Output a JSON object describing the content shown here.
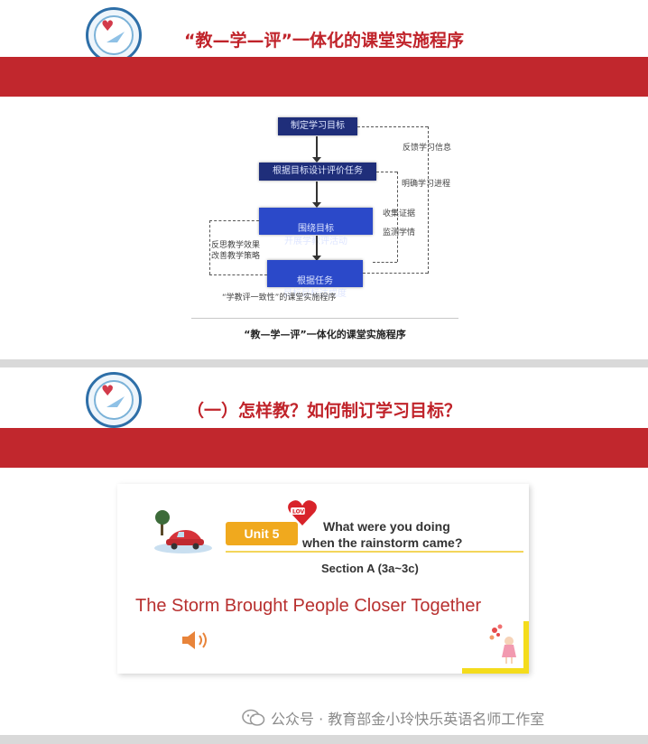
{
  "slide1": {
    "title": "“教—学—评”一体化的课堂实施程序",
    "flow_boxes": [
      "制定学习目标",
      "根据目标设计评价任务",
      "围绕目标\n开展学教评活动",
      "根据任务\n目标目标达成度"
    ],
    "side_labels_right": [
      "反馈学习信息",
      "明确学习进程",
      "收集证据",
      "监测学情"
    ],
    "side_labels_left": [
      "反思教学效果",
      "改善教学策略"
    ],
    "figure_note": "“学教评一致性”的课堂实施程序",
    "caption": "“教—学—评”一体化的课堂实施程序"
  },
  "slide2": {
    "title": "（一）怎样教？如何制订学习目标？",
    "unit_badge": "Unit 5",
    "love_text": "LOVE",
    "question_line1": "What were you doing",
    "question_line2": "when the rainstorm came?",
    "section": "Section A (3a~3c)",
    "story_title": "The  Storm Brought People Closer Together"
  },
  "watermark": {
    "text": "公众号 · 教育部金小玲快乐英语名师工作室"
  },
  "colors": {
    "brand_red": "#c1272d",
    "title_red": "#c0232a",
    "flow_blue": "#1f2e7a",
    "badge_orange": "#f0a91e",
    "accent_yellow": "#f4dc1c"
  }
}
